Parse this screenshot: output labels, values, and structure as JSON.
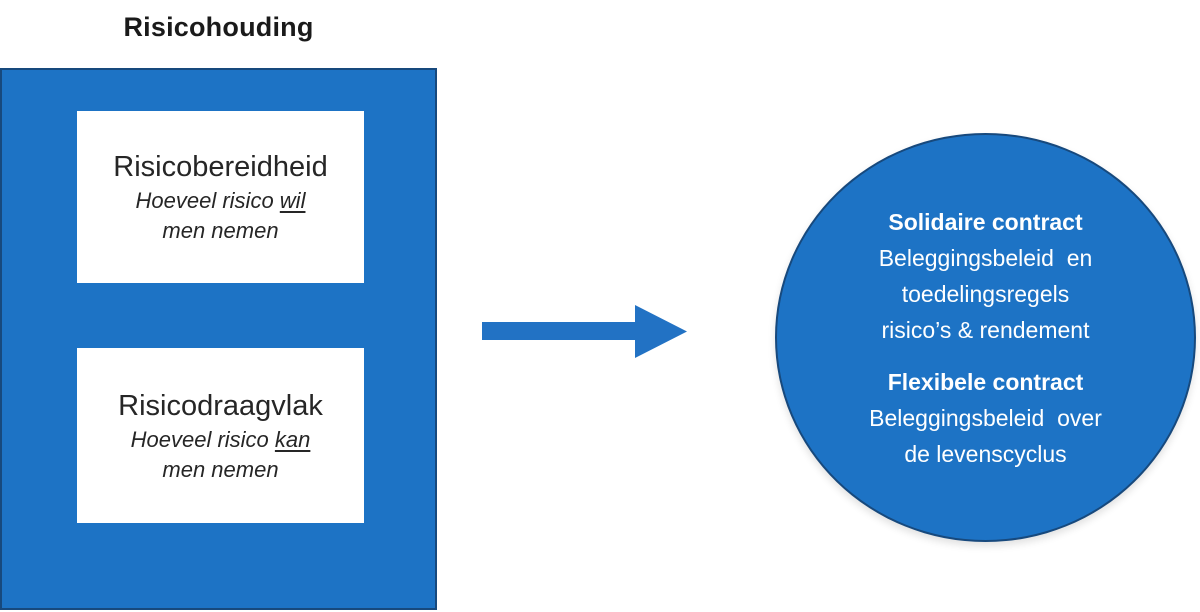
{
  "title": "Risicohouding",
  "colors": {
    "shape_fill": "#1d73c5",
    "shape_border": "#17497d",
    "arrow_fill": "#2272c4",
    "box_background": "#ffffff",
    "box_text": "#262626",
    "circle_text": "#ffffff",
    "title_text": "#1a1a1a"
  },
  "risk_boxes": [
    {
      "heading": "Risicobereidheid",
      "sub_prefix": "Hoeveel risico ",
      "sub_emphasis": "wil",
      "sub_line2": "men nemen"
    },
    {
      "heading": "Risicodraagvlak",
      "sub_prefix": "Hoeveel risico ",
      "sub_emphasis": "kan",
      "sub_line2": "men nemen"
    }
  ],
  "circle": {
    "sections": [
      {
        "title": "Solidaire contract",
        "lines": [
          "Beleggingsbeleid  en",
          "toedelingsregels",
          "risico’s & rendement"
        ]
      },
      {
        "title": "Flexibele contract",
        "lines": [
          "Beleggingsbeleid  over",
          "de levenscyclus"
        ]
      }
    ]
  }
}
